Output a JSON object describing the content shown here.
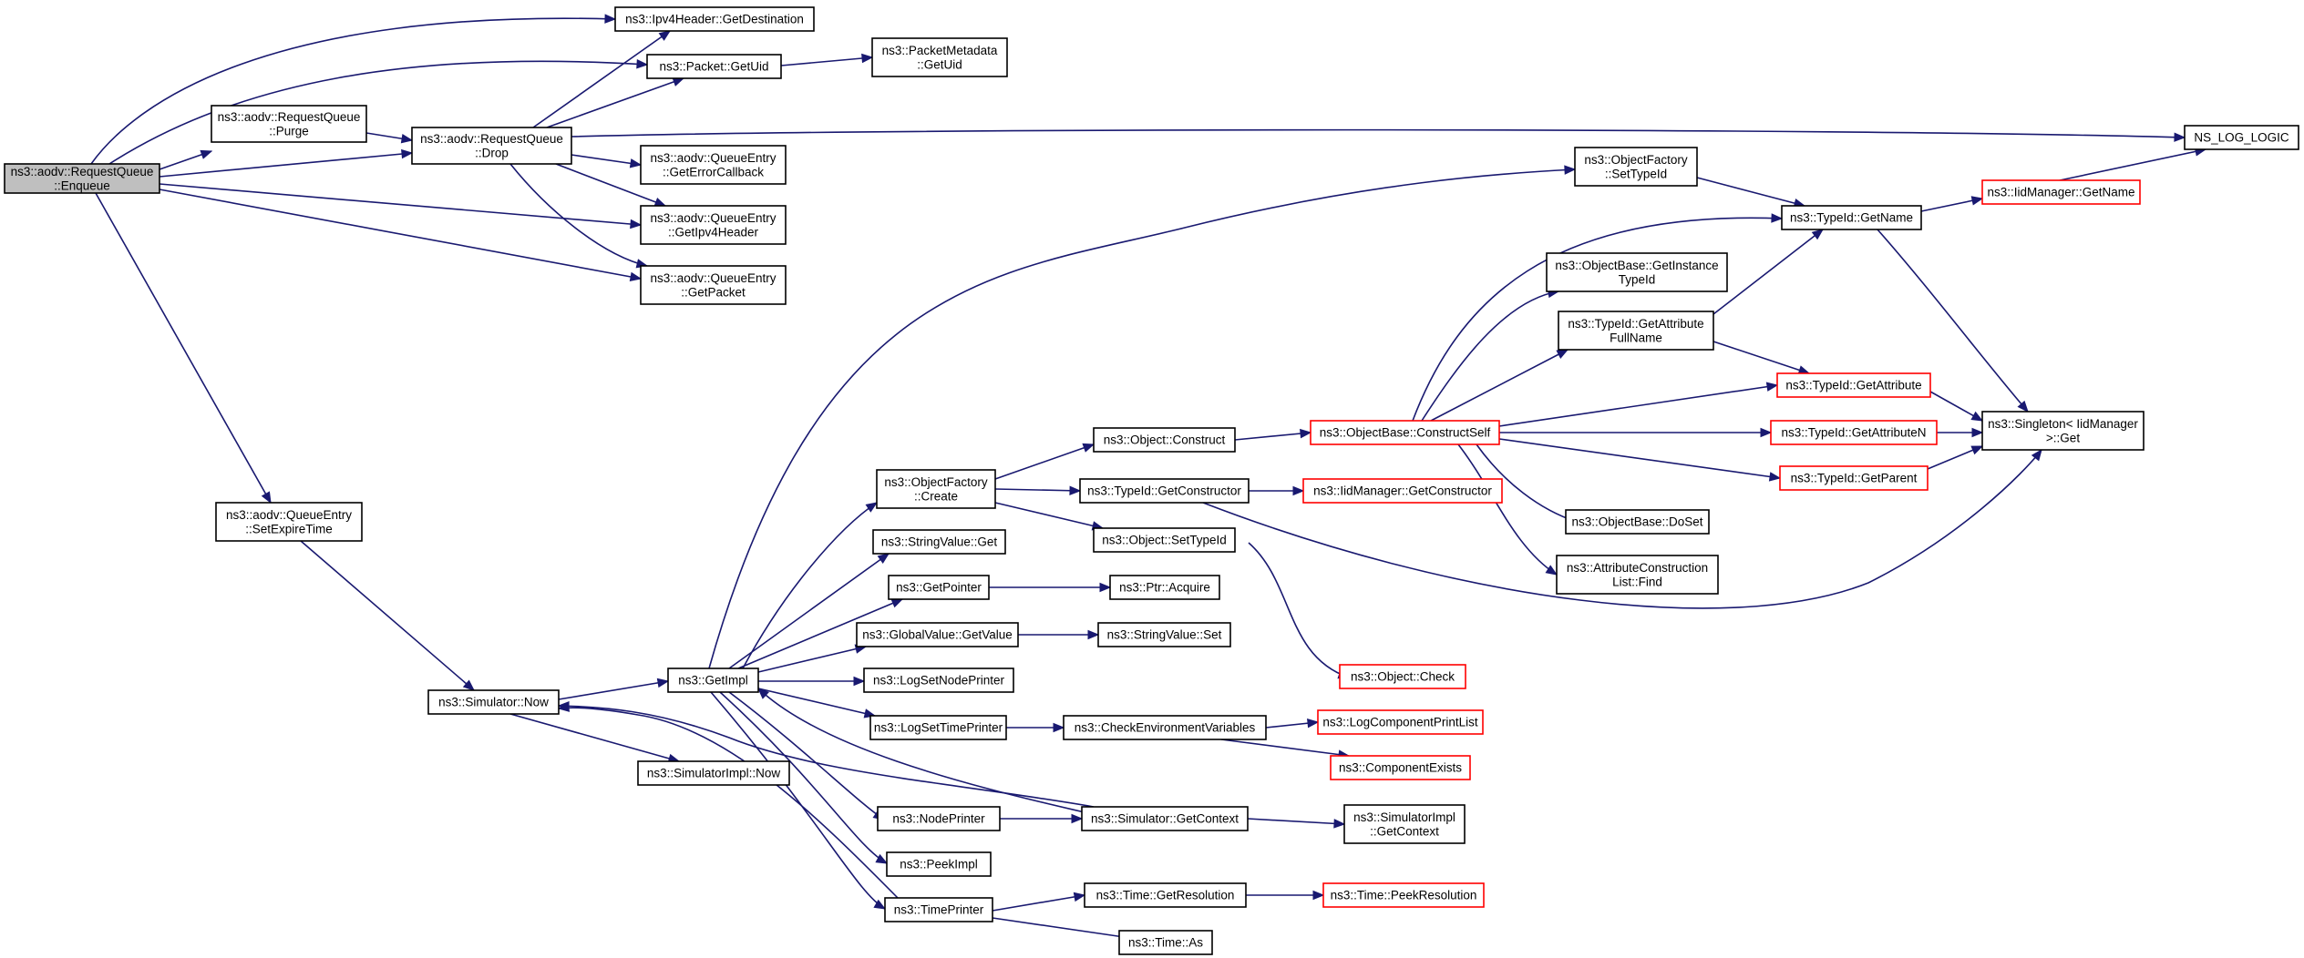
{
  "colors": {
    "edge": "#191970",
    "root_fill": "#bfbfbf",
    "truncated_border": "#ff0000"
  },
  "nodes": [
    {
      "id": "enqueue",
      "lines": [
        "ns3::aodv::RequestQueue",
        "::Enqueue"
      ],
      "root": true
    },
    {
      "id": "ipv4dest",
      "lines": [
        "ns3::Ipv4Header::GetDestination"
      ]
    },
    {
      "id": "getuid",
      "lines": [
        "ns3::Packet::GetUid"
      ]
    },
    {
      "id": "pmuid",
      "lines": [
        "ns3::PacketMetadata",
        "::GetUid"
      ]
    },
    {
      "id": "purge",
      "lines": [
        "ns3::aodv::RequestQueue",
        "::Purge"
      ]
    },
    {
      "id": "drop",
      "lines": [
        "ns3::aodv::RequestQueue",
        "::Drop"
      ]
    },
    {
      "id": "nslog",
      "lines": [
        "NS_LOG_LOGIC"
      ]
    },
    {
      "id": "errcb",
      "lines": [
        "ns3::aodv::QueueEntry",
        "::GetErrorCallback"
      ]
    },
    {
      "id": "getipv4",
      "lines": [
        "ns3::aodv::QueueEntry",
        "::GetIpv4Header"
      ]
    },
    {
      "id": "getpacket",
      "lines": [
        "ns3::aodv::QueueEntry",
        "::GetPacket"
      ]
    },
    {
      "id": "setexpire",
      "lines": [
        "ns3::aodv::QueueEntry",
        "::SetExpireTime"
      ]
    },
    {
      "id": "simnow",
      "lines": [
        "ns3::Simulator::Now"
      ]
    },
    {
      "id": "getimpl",
      "lines": [
        "ns3::GetImpl"
      ]
    },
    {
      "id": "simimplnow",
      "lines": [
        "ns3::SimulatorImpl::Now"
      ]
    },
    {
      "id": "ofcreate",
      "lines": [
        "ns3::ObjectFactory",
        "::Create"
      ]
    },
    {
      "id": "strget",
      "lines": [
        "ns3::StringValue::Get"
      ]
    },
    {
      "id": "getpointer",
      "lines": [
        "ns3::GetPointer"
      ]
    },
    {
      "id": "gvget",
      "lines": [
        "ns3::GlobalValue::GetValue"
      ]
    },
    {
      "id": "lognode",
      "lines": [
        "ns3::LogSetNodePrinter"
      ]
    },
    {
      "id": "logtime",
      "lines": [
        "ns3::LogSetTimePrinter"
      ]
    },
    {
      "id": "nodeprinter",
      "lines": [
        "ns3::NodePrinter"
      ]
    },
    {
      "id": "peekimpl",
      "lines": [
        "ns3::PeekImpl"
      ]
    },
    {
      "id": "timeprinter",
      "lines": [
        "ns3::TimePrinter"
      ]
    },
    {
      "id": "ofsettype",
      "lines": [
        "ns3::ObjectFactory",
        "::SetTypeId"
      ]
    },
    {
      "id": "objconstruct",
      "lines": [
        "ns3::Object::Construct"
      ]
    },
    {
      "id": "tidgetctor",
      "lines": [
        "ns3::TypeId::GetConstructor"
      ]
    },
    {
      "id": "objsettype",
      "lines": [
        "ns3::Object::SetTypeId"
      ]
    },
    {
      "id": "ptracquire",
      "lines": [
        "ns3::Ptr::Acquire"
      ]
    },
    {
      "id": "strset",
      "lines": [
        "ns3::StringValue::Set"
      ]
    },
    {
      "id": "checkenv",
      "lines": [
        "ns3::CheckEnvironmentVariables"
      ]
    },
    {
      "id": "simctx",
      "lines": [
        "ns3::Simulator::GetContext"
      ]
    },
    {
      "id": "timeres",
      "lines": [
        "ns3::Time::GetResolution"
      ]
    },
    {
      "id": "timeas",
      "lines": [
        "ns3::Time::As"
      ]
    },
    {
      "id": "constructself",
      "lines": [
        "ns3::ObjectBase::ConstructSelf"
      ],
      "red": true
    },
    {
      "id": "iidctor",
      "lines": [
        "ns3::IidManager::GetConstructor"
      ],
      "red": true
    },
    {
      "id": "objcheck",
      "lines": [
        "ns3::Object::Check"
      ],
      "red": true
    },
    {
      "id": "logcomp",
      "lines": [
        "ns3::LogComponentPrintList"
      ],
      "red": true
    },
    {
      "id": "compexists",
      "lines": [
        "ns3::ComponentExists"
      ],
      "red": true
    },
    {
      "id": "simimplctx",
      "lines": [
        "ns3::SimulatorImpl",
        "::GetContext"
      ]
    },
    {
      "id": "peekres",
      "lines": [
        "ns3::Time::PeekResolution"
      ],
      "red": true
    },
    {
      "id": "tidgetname",
      "lines": [
        "ns3::TypeId::GetName"
      ]
    },
    {
      "id": "obgetinst",
      "lines": [
        "ns3::ObjectBase::GetInstance",
        "TypeId"
      ]
    },
    {
      "id": "tidattrfull",
      "lines": [
        "ns3::TypeId::GetAttribute",
        "FullName"
      ]
    },
    {
      "id": "obdoset",
      "lines": [
        "ns3::ObjectBase::DoSet"
      ]
    },
    {
      "id": "acfind",
      "lines": [
        "ns3::AttributeConstruction",
        "List::Find"
      ]
    },
    {
      "id": "iidgetname",
      "lines": [
        "ns3::IidManager::GetName"
      ],
      "red": true
    },
    {
      "id": "tidgetattr",
      "lines": [
        "ns3::TypeId::GetAttribute"
      ],
      "red": true
    },
    {
      "id": "tidgetattrn",
      "lines": [
        "ns3::TypeId::GetAttributeN"
      ],
      "red": true
    },
    {
      "id": "tidgetparent",
      "lines": [
        "ns3::TypeId::GetParent"
      ],
      "red": true
    },
    {
      "id": "singleton",
      "lines": [
        "ns3::Singleton< IidManager",
        ">::Get"
      ]
    }
  ]
}
